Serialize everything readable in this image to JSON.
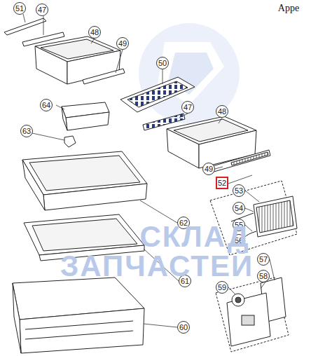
{
  "diagram": {
    "labels": [
      "Appe",
      "51",
      "47",
      "48",
      "49",
      "50",
      "64",
      "47",
      "48",
      "63",
      "49",
      "52",
      "53",
      "54",
      "55",
      "56",
      "62",
      "57",
      "58",
      "59",
      "61",
      "60",
      "СКЛАД",
      "ЗАПЧАСТЕЙ"
    ]
  }
}
